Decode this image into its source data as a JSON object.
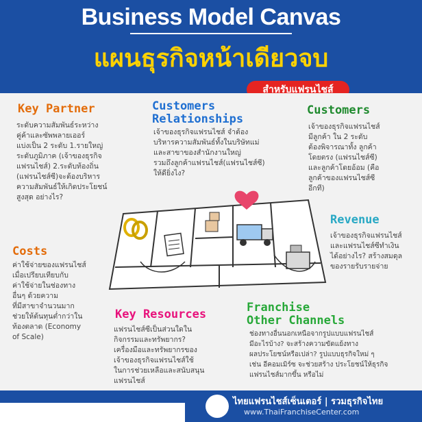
{
  "header": {
    "title_en": "Business Model Canvas",
    "title_th": "แผนธุรกิจหน้าเดียวจบ",
    "badge": "สำหรับแฟรนไชส์"
  },
  "colors": {
    "header_bg": "#1b4fa3",
    "title_th": "#ffd200",
    "badge_bg": "#e52421",
    "key_partner": "#e36c0a",
    "customers_relationships": "#1f6fd1",
    "customers": "#1f8a2e",
    "revenue": "#27a8c4",
    "costs": "#e36c0a",
    "key_resources": "#e8127c",
    "franchise_channels": "#27a838"
  },
  "blocks": {
    "key_partner": {
      "title": "Key Partner",
      "text": [
        "ระดับความสัมพันธ์ระหว่าง",
        "คู่ค้าและซัพพลายเออร์",
        "แบ่งเป็น 2 ระดับ 1.รายใหญ่",
        "ระดับภูมิภาค (เจ้าของธุรกิจ",
        "แฟรนไชส์) 2.ระดับท้องถิ่น",
        "(แฟรนไชส์ซี)จะต้องบริหาร",
        "ความสัมพันธ์ให้เกิดประโยชน์",
        "สูงสุด อย่างไร?"
      ]
    },
    "customers_relationships": {
      "title_line1": "Customers",
      "title_line2": "Relationships",
      "text": [
        "เจ้าของธุรกิจแฟรนไชส์ จำต้อง",
        "บริหารความสัมพันธ์ทั้งในบริษัทแม่",
        "และสาขาของสำนักงานใหญ่",
        "รวมถึงลูกค้าแฟรนไชส์(แฟรนไชส์ซี)",
        "ให้ดียิ่งไง?"
      ]
    },
    "customers": {
      "title": "Customers",
      "text": [
        "เจ้าของธุรกิจแฟรนไชส์",
        "มีลูกค้า ใน 2 ระดับ",
        "ต้องพิจารณาทั้ง ลูกค้า",
        "โดยตรง (แฟรนไชส์ซี)",
        "และลูกค้าโดยอ้อม (คือ",
        "ลูกค้าของแฟรนไชส์ซี",
        "อีกที)"
      ]
    },
    "revenue": {
      "title": "Revenue",
      "text": [
        "เจ้าของธุรกิจแฟรนไชส์",
        "และแฟรนไชส์ซีทำเงิน",
        "ได้อย่างไร? สร้างสมดุล",
        "ของรายรับรายจ่าย"
      ]
    },
    "costs": {
      "title": "Costs",
      "text": [
        "ค่าใช้จ่ายของแฟรนไชส์",
        "เมื่อเปรียบเทียบกับ",
        "ค่าใช้จ่ายในช่องทาง",
        "อื่นๆ ด้วยความ",
        "ที่มีสาขาจำนวนมาก",
        "ช่วยให้ต้นทุนต่ำกว่าใน",
        "ท้องตลาด (Economy",
        "of Scale)"
      ]
    },
    "key_resources": {
      "title": "Key Resources",
      "text": [
        "แฟรนไชส์ซีเป็นส่วนใดใน",
        "กิจกรรมและทรัพยากร?",
        "เครื่องมือและทรัพยากรของ",
        "เจ้าของธุรกิจแฟรนไชส์ใช้",
        "ในการช่วยเหลือและสนับสนุน",
        "แฟรนไชส์"
      ]
    },
    "franchise_channels": {
      "title_line1": "Franchise",
      "title_line2": "Other Channels",
      "text": [
        "ช่องทางอื่นนอกเหนือจากรูปแบบแฟรนไชส์",
        "มีอะไรบ้าง? จะสร้างความขัดแย้งทาง",
        "ผลประโยชน์หรือเปล่า? รูปแบบธุรกิจใหม่ ๆ",
        "เช่น อีคอมเมิร์ซ จะช่วยสร้าง ประโยชน์ให้ธุรกิจ",
        "แฟรนไชส์มากขึ้น หรือไม่"
      ]
    }
  },
  "footer": {
    "brand": "ไทยแฟรนไชส์เซ็นเตอร์ | รวมธุรกิจไทย",
    "url": "www.ThaiFranchiseCenter.com"
  },
  "icons": [
    "handshake-rings-icon",
    "heart-icon",
    "truck-icon",
    "cash-register-icon",
    "documents-icon"
  ]
}
